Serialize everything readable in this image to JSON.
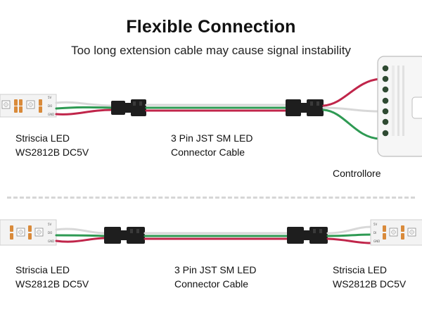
{
  "header": {
    "title": "Flexible Connection",
    "subtitle": "Too long extension cable may cause signal instability"
  },
  "top_row": {
    "strip": {
      "line1": "Striscia LED",
      "line2": "WS2812B DC5V"
    },
    "cable": {
      "line1": "3 Pin JST SM LED",
      "line2": "Connector Cable"
    },
    "controller": {
      "label": "Controllore"
    }
  },
  "bottom_row": {
    "strip_left": {
      "line1": "Striscia LED",
      "line2": "WS2812B DC5V"
    },
    "cable": {
      "line1": "3 Pin JST SM LED",
      "line2": "Connector Cable"
    },
    "strip_right": {
      "line1": "Striscia LED",
      "line2": "WS2812B DC5V"
    }
  },
  "colors": {
    "wire_red": "#c0254a",
    "wire_green": "#2e9a53",
    "wire_white": "#d8d8d8",
    "connector": "#1e1e1e",
    "pcb": "#f3f3f3",
    "pad": "#d98a3a"
  }
}
